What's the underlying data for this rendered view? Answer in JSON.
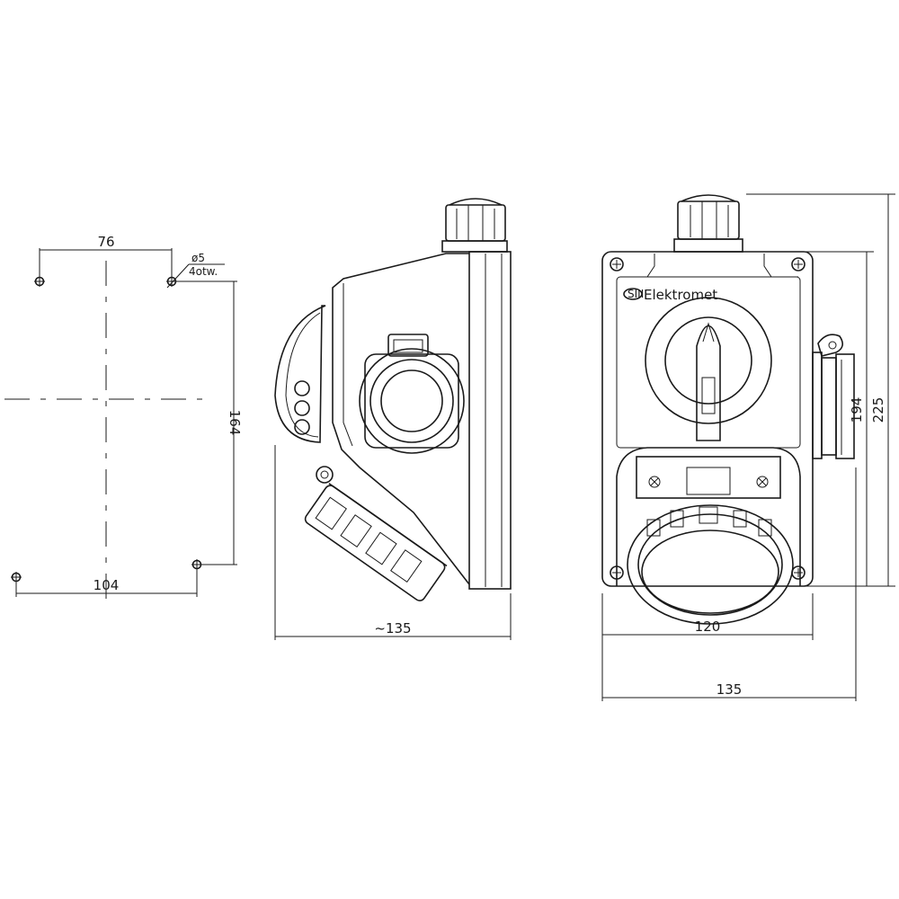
{
  "brand": "Elektromet",
  "dimensions": {
    "mount_top_width": "76",
    "hole_dia": "ø5",
    "hole_count": "4otw.",
    "mount_height": "164",
    "mount_bottom_width": "104",
    "side_depth": "~135",
    "front_inner_width": "120",
    "front_total_width": "135",
    "front_inner_height": "194",
    "front_total_height": "225"
  }
}
